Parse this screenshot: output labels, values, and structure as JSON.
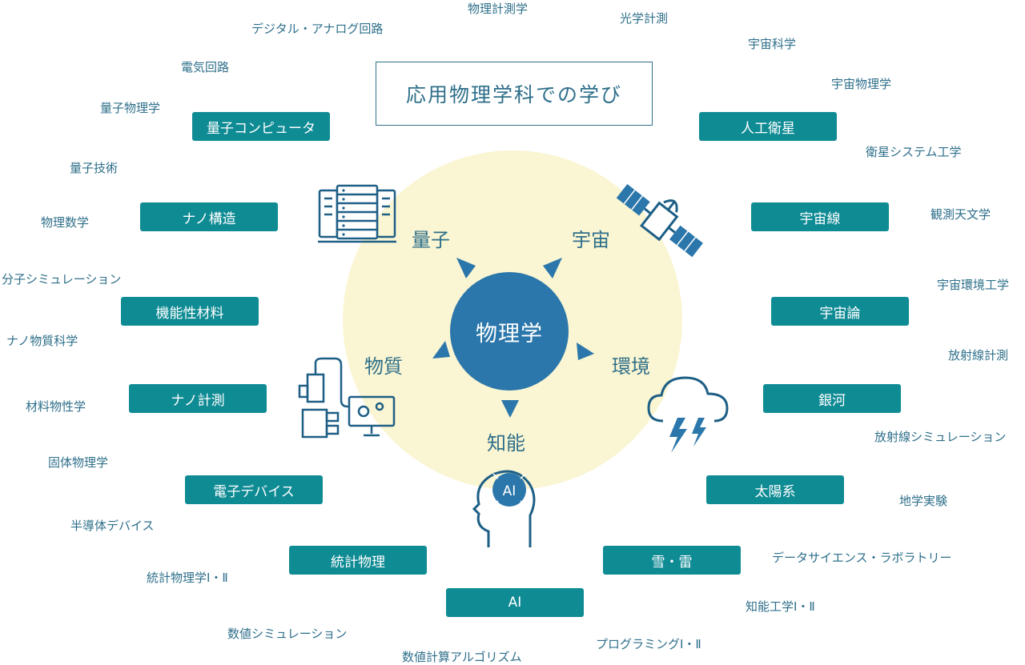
{
  "title": "応用物理学科での学び",
  "core": "物理学",
  "fields": {
    "quantum": "量子",
    "space": "宇宙",
    "matter": "物質",
    "environment": "環境",
    "intelligence": "知能"
  },
  "topics": {
    "quantum_computer": "量子コンピュータ",
    "nano_structure": "ナノ構造",
    "functional_materials": "機能性材料",
    "nano_measurement": "ナノ計測",
    "electronic_devices": "電子デバイス",
    "statistical_physics": "統計物理",
    "ai": "AI",
    "snow_thunder": "雪・雷",
    "solar_system": "太陽系",
    "galaxy": "銀河",
    "cosmology": "宇宙論",
    "cosmic_rays": "宇宙線",
    "satellite": "人工衛星"
  },
  "courses": {
    "physical_measurement": "物理計測学",
    "optical_measurement": "光学計測",
    "digital_analog_circuits": "デジタル・アナログ回路",
    "space_science": "宇宙科学",
    "electric_circuits": "電気回路",
    "space_physics": "宇宙物理学",
    "quantum_physics": "量子物理学",
    "satellite_systems": "衛星システム工学",
    "quantum_technology": "量子技術",
    "observational_astronomy": "観測天文学",
    "mathematical_physics": "物理数学",
    "molecular_simulation": "分子シミュレーション",
    "space_environment": "宇宙環境工学",
    "nano_material_science": "ナノ物質科学",
    "radiation_measurement": "放射線計測",
    "materials_physics": "材料物性学",
    "radiation_simulation": "放射線シミュレーション",
    "solid_state_physics": "固体物理学",
    "geoscience_experiment": "地学実験",
    "semiconductor_devices": "半導体デバイス",
    "data_science_lab": "データサイエンス・ラボラトリー",
    "statistical_physics_course": "統計物理学Ⅰ・Ⅱ",
    "intelligent_engineering": "知能工学Ⅰ・Ⅱ",
    "numerical_simulation": "数値シミュレーション",
    "programming": "プログラミングⅠ・Ⅱ",
    "numerical_algorithms": "数値計算アルゴリズム"
  },
  "ai_chip_label": "AI",
  "colors": {
    "topic_bg": "#0f8b94",
    "course_text": "#2e6f8a",
    "core_circle": "#2b77ab",
    "glow": "#faf5d2",
    "icon_stroke": "#1e5f86"
  }
}
